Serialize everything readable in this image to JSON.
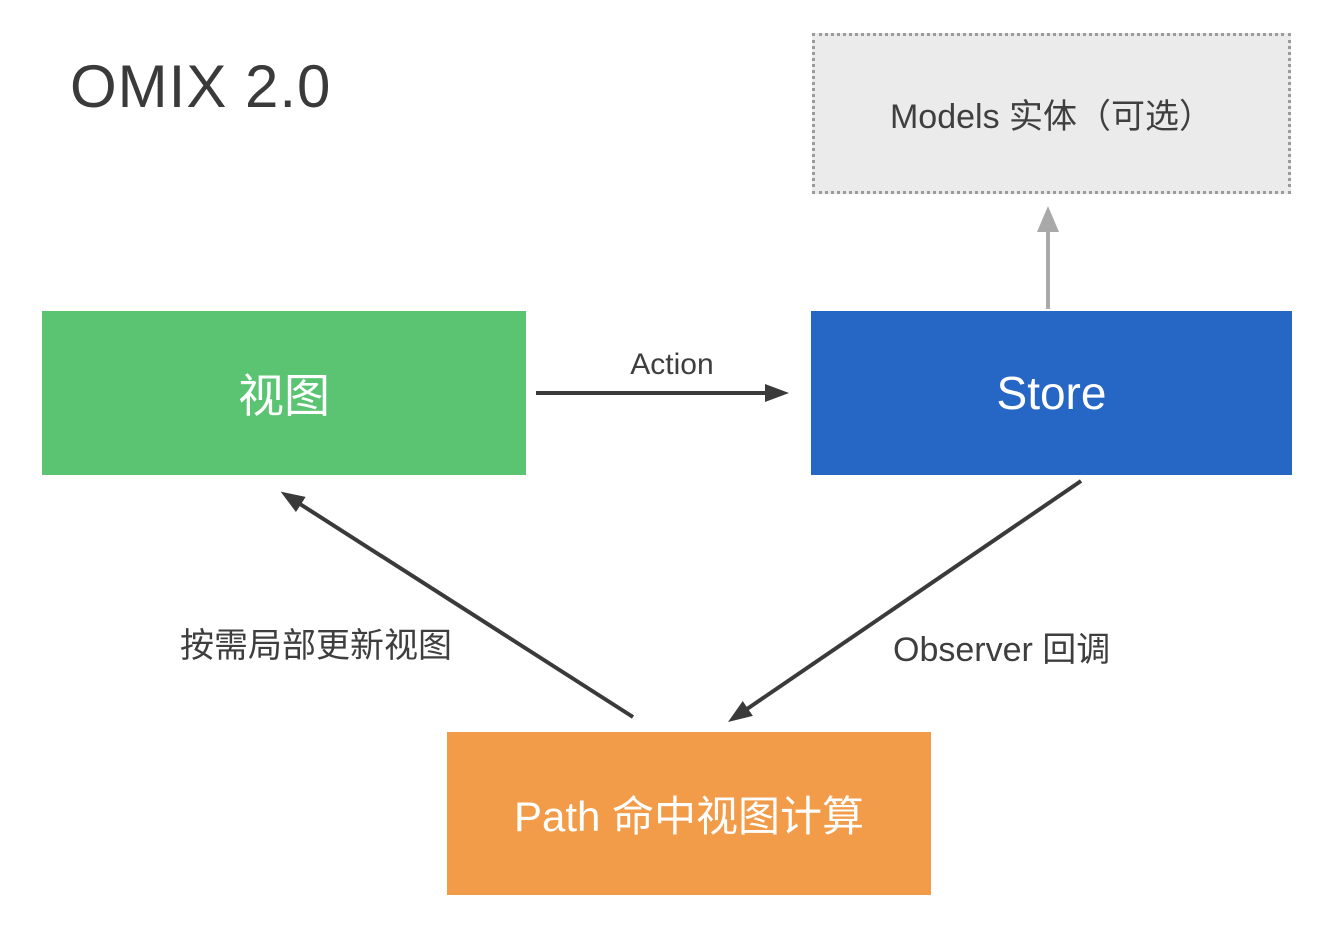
{
  "title": "OMIX 2.0",
  "boxes": {
    "models": {
      "label": "Models 实体（可选）",
      "fill": "#ebebeb",
      "border_style": "dotted",
      "border_color": "#9b9b9b",
      "text_color": "#3f3f3f"
    },
    "view": {
      "label": "视图",
      "fill": "#5ac473",
      "text_color": "#ffffff"
    },
    "store": {
      "label": "Store",
      "fill": "#2666c5",
      "text_color": "#ffffff"
    },
    "path": {
      "label": "Path 命中视图计算",
      "fill": "#f29b48",
      "text_color": "#ffffff"
    }
  },
  "edges": {
    "action": {
      "label": "Action",
      "from": "view",
      "to": "store",
      "color": "#3a3a3a"
    },
    "store_to_models": {
      "label": "",
      "from": "store",
      "to": "models",
      "color": "#a9a9a9"
    },
    "observer": {
      "label": "Observer 回调",
      "from": "store",
      "to": "path",
      "color": "#3a3a3a"
    },
    "update": {
      "label": "按需局部更新视图",
      "from": "path",
      "to": "view",
      "color": "#3a3a3a"
    }
  }
}
